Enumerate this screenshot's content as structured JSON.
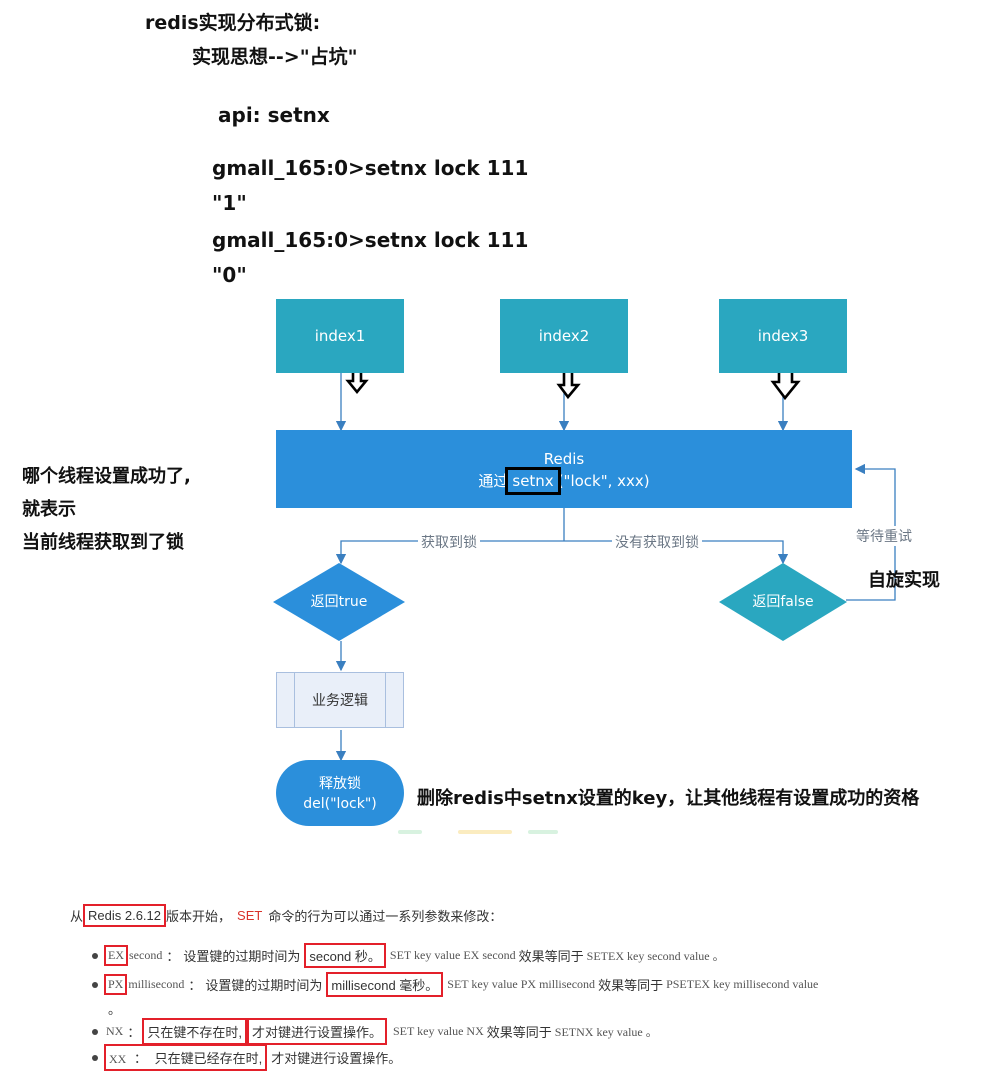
{
  "header": {
    "title": "redis实现分布式锁:",
    "idea": "实现思想-->\"占坑\"",
    "api": "api: setnx"
  },
  "commands": [
    "gmall_165:0>setnx lock 111",
    "\"1\"",
    "gmall_165:0>setnx lock 111",
    "\"0\""
  ],
  "diagram": {
    "index_boxes": [
      "index1",
      "index2",
      "index3"
    ],
    "redis_title": "Redis",
    "redis_line_prefix": "通过",
    "redis_cmd": "setnx",
    "redis_line_suffix": "(\"lock\", xxx)",
    "edge_get_lock": "获取到锁",
    "edge_no_lock": "没有获取到锁",
    "edge_retry": "等待重试",
    "return_true": "返回true",
    "return_false": "返回false",
    "business": "业务逻辑",
    "release_line1": "释放锁",
    "release_line2": "del(\"lock\")"
  },
  "annotations": {
    "left_note": [
      "哪个线程设置成功了,",
      "就表示",
      "当前线程获取到了锁"
    ],
    "spin": "自旋实现",
    "delete_note": "删除redis中setnx设置的key，让其他线程有设置成功的资格"
  },
  "doc": {
    "intro_pre": "从",
    "version": "Redis 2.6.12",
    "intro_mid": "版本开始，",
    "set_cmd": "SET",
    "intro_post": "命令的行为可以通过一系列参数来修改：",
    "ex": {
      "key": "EX",
      "param": "second",
      "sep": "：",
      "desc": "设置键的过期时间为",
      "unit_box": "second 秒。",
      "example": "SET key value EX second",
      "eq": "效果等同于",
      "equiv": "SETEX key second value 。"
    },
    "px": {
      "key": "PX",
      "param": "millisecond",
      "sep": "：",
      "desc": "设置键的过期时间为",
      "unit_box": "millisecond 毫秒。",
      "example": "SET key value PX millisecond",
      "eq": "效果等同于",
      "equiv": "PSETEX key millisecond value",
      "tail": "。"
    },
    "nx": {
      "key": "NX",
      "sep": "：",
      "cond": "只在键不存在时,",
      "action": "才对键进行设置操作。",
      "example": "SET key value NX",
      "eq": "效果等同于",
      "equiv": "SETNX key value 。"
    },
    "xx": {
      "key": "XX",
      "sep": "：",
      "cond": "只在键已经存在时,",
      "action": "才对键进行设置操作。"
    }
  },
  "colors": {
    "teal": "#2aa7c0",
    "blue": "#2b8fdb",
    "red_box": "#e3202a",
    "arrow": "#3a7fc0"
  }
}
